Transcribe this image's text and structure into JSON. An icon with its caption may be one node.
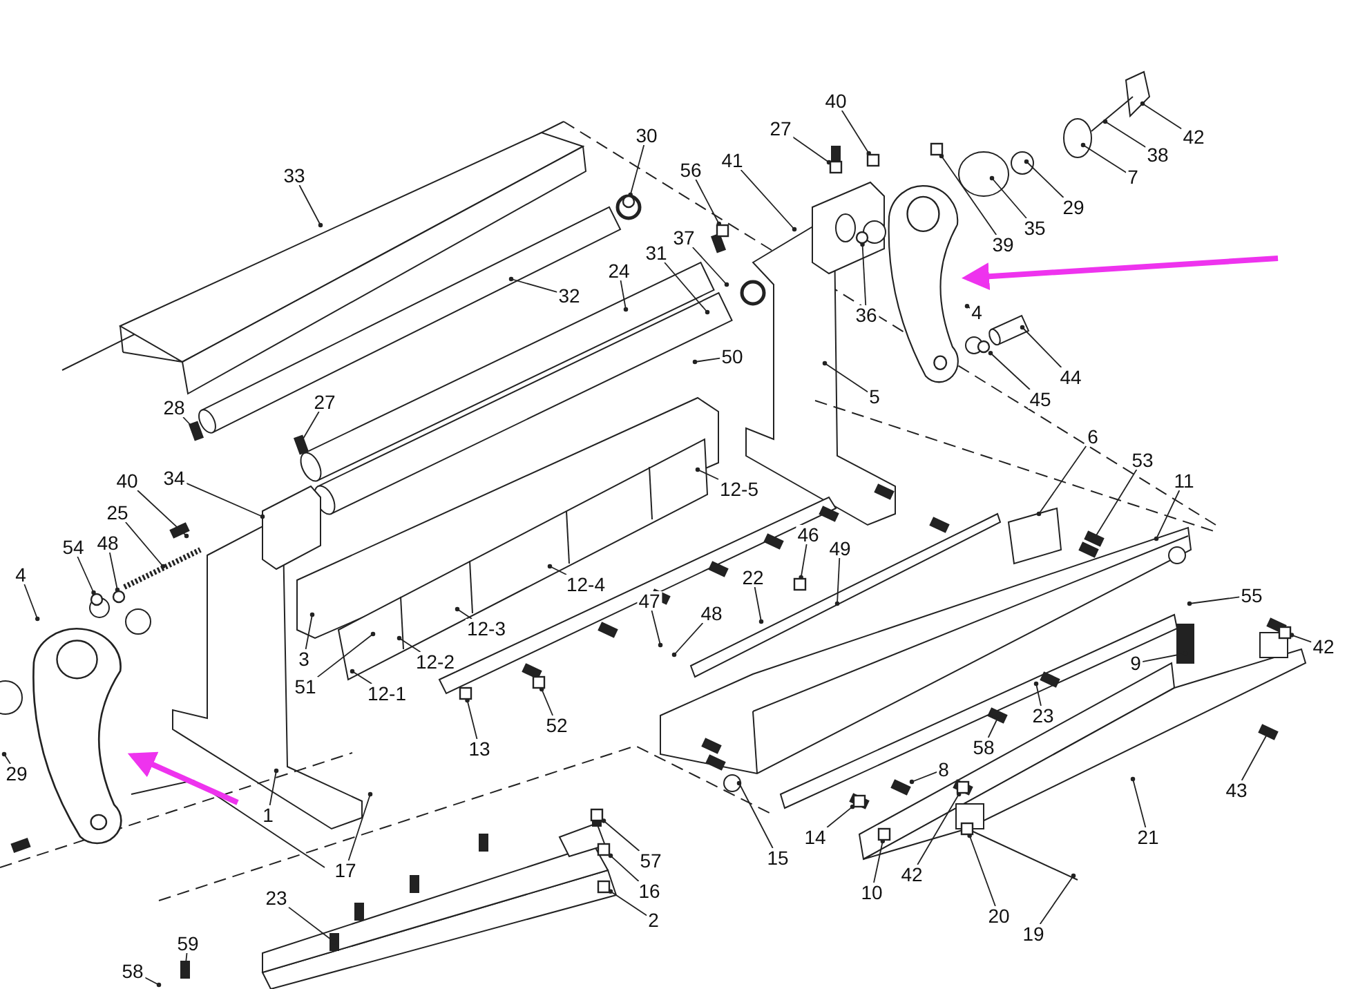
{
  "diagram": {
    "nodes": [
      {
        "text": [
          "33"
        ]
      },
      {
        "text": [
          "30"
        ]
      },
      {
        "text": [
          "27"
        ]
      },
      {
        "text": [
          "40"
        ]
      },
      {
        "text": [
          "41"
        ]
      },
      {
        "text": [
          "56"
        ]
      },
      {
        "text": [
          "37"
        ]
      },
      {
        "text": [
          "31"
        ]
      },
      {
        "text": [
          "24"
        ]
      },
      {
        "text": [
          "32"
        ]
      },
      {
        "text": [
          "36"
        ]
      },
      {
        "text": [
          "50"
        ]
      },
      {
        "text": [
          "5"
        ]
      },
      {
        "text": [
          "12-5"
        ]
      },
      {
        "text": [
          "28"
        ]
      },
      {
        "text": [
          "27"
        ]
      },
      {
        "text": [
          "40"
        ]
      },
      {
        "text": [
          "34"
        ]
      },
      {
        "text": [
          "25"
        ]
      },
      {
        "text": [
          "54"
        ]
      },
      {
        "text": [
          "48"
        ]
      },
      {
        "text": [
          "4"
        ]
      },
      {
        "text": [
          "3"
        ]
      },
      {
        "text": [
          "51"
        ]
      },
      {
        "text": [
          "12-2"
        ]
      },
      {
        "text": [
          "12-1"
        ]
      },
      {
        "text": [
          "12-3"
        ]
      },
      {
        "text": [
          "12-4"
        ]
      },
      {
        "text": [
          "13"
        ]
      },
      {
        "text": [
          "52"
        ]
      },
      {
        "text": [
          "47"
        ]
      },
      {
        "text": [
          "48"
        ]
      },
      {
        "text": [
          "46"
        ]
      },
      {
        "text": [
          "49"
        ]
      },
      {
        "text": [
          "22"
        ]
      },
      {
        "text": [
          "1"
        ]
      },
      {
        "text": [
          "17"
        ]
      },
      {
        "text": [
          "15"
        ]
      },
      {
        "text": [
          "14"
        ]
      },
      {
        "text": [
          "10"
        ]
      },
      {
        "text": [
          "8"
        ]
      },
      {
        "text": [
          "42"
        ]
      },
      {
        "text": [
          "20"
        ]
      },
      {
        "text": [
          "19"
        ]
      },
      {
        "text": [
          "21"
        ]
      },
      {
        "text": [
          "43"
        ]
      },
      {
        "text": [
          "58"
        ]
      },
      {
        "text": [
          "23"
        ]
      },
      {
        "text": [
          "9"
        ]
      },
      {
        "text": [
          "42"
        ]
      },
      {
        "text": [
          "55"
        ]
      },
      {
        "text": [
          "11"
        ]
      },
      {
        "text": [
          "53"
        ]
      },
      {
        "text": [
          "6"
        ]
      },
      {
        "text": [
          "44"
        ]
      },
      {
        "text": [
          "45"
        ]
      },
      {
        "text": [
          "4"
        ]
      },
      {
        "text": [
          "39"
        ]
      },
      {
        "text": [
          "35"
        ]
      },
      {
        "text": [
          "29"
        ]
      },
      {
        "text": [
          "7"
        ]
      },
      {
        "text": [
          "38"
        ]
      },
      {
        "text": [
          "42"
        ]
      },
      {
        "text": [
          "23"
        ]
      },
      {
        "text": [
          "59"
        ]
      },
      {
        "text": [
          "58"
        ]
      },
      {
        "text": [
          "57"
        ]
      },
      {
        "text": [
          "16"
        ]
      },
      {
        "text": [
          "2"
        ]
      },
      {
        "text": [
          "29"
        ]
      },
      {
        "text": [],
        "shape": "picture"
      },
      {
        "text": [],
        "shape": "picture"
      },
      {
        "text": [],
        "shape": "circle"
      },
      {
        "text": [],
        "shape": "box"
      },
      {
        "text": [],
        "shape": "box"
      },
      {
        "text": [],
        "shape": "circle"
      },
      {
        "text": [],
        "shape": "circle"
      },
      {
        "text": [],
        "shape": "circle"
      },
      {
        "text": [],
        "shape": "box"
      },
      {
        "text": [],
        "shape": "box"
      },
      {
        "text": [],
        "shape": "box"
      },
      {
        "text": [],
        "shape": "box"
      },
      {
        "text": [],
        "shape": "box"
      },
      {
        "text": [],
        "shape": "box"
      },
      {
        "text": [],
        "shape": "box"
      },
      {
        "text": [],
        "shape": "circle"
      },
      {
        "text": [],
        "shape": "box"
      },
      {
        "text": [],
        "shape": "box"
      },
      {
        "text": [],
        "shape": "box"
      },
      {
        "text": [],
        "shape": "box"
      },
      {
        "text": [],
        "shape": "box"
      },
      {
        "text": [],
        "shape": "box"
      }
    ],
    "edges": [
      {
        "from": 0,
        "to": null,
        "arrow": "other"
      },
      {
        "from": 1,
        "to": 72,
        "arrow": "other"
      },
      {
        "from": 2,
        "to": 88,
        "arrow": "other"
      },
      {
        "from": 3,
        "to": 73,
        "arrow": "other"
      },
      {
        "from": 4,
        "to": null,
        "arrow": "other"
      },
      {
        "from": 5,
        "to": 74,
        "arrow": "other"
      },
      {
        "from": 6,
        "to": null,
        "arrow": "other"
      },
      {
        "from": 7,
        "to": null,
        "arrow": "other"
      },
      {
        "from": 8,
        "to": null,
        "arrow": "other"
      },
      {
        "from": 9,
        "to": null,
        "arrow": "other"
      },
      {
        "from": 10,
        "to": 75,
        "arrow": "other"
      },
      {
        "from": 11,
        "to": null,
        "arrow": "other"
      },
      {
        "from": 12,
        "to": null,
        "arrow": "other"
      },
      {
        "from": 13,
        "to": null,
        "arrow": "other"
      },
      {
        "from": 14,
        "to": null,
        "arrow": "other"
      },
      {
        "from": 15,
        "to": null,
        "arrow": "other"
      },
      {
        "from": 16,
        "to": null,
        "arrow": "other"
      },
      {
        "from": 17,
        "to": null,
        "arrow": "other"
      },
      {
        "from": 18,
        "to": null,
        "arrow": "other"
      },
      {
        "from": 19,
        "to": 76,
        "arrow": "other"
      },
      {
        "from": 20,
        "to": 77,
        "arrow": "other"
      },
      {
        "from": 21,
        "to": 70,
        "arrow": "other"
      },
      {
        "from": 22,
        "to": null,
        "arrow": "other"
      },
      {
        "from": 23,
        "to": null,
        "arrow": "other"
      },
      {
        "from": 24,
        "to": null,
        "arrow": "other"
      },
      {
        "from": 25,
        "to": null,
        "arrow": "other"
      },
      {
        "from": 26,
        "to": null,
        "arrow": "other"
      },
      {
        "from": 27,
        "to": null,
        "arrow": "other"
      },
      {
        "from": 28,
        "to": 78,
        "arrow": "other"
      },
      {
        "from": 29,
        "to": 79,
        "arrow": "other"
      },
      {
        "from": 30,
        "to": null,
        "arrow": "other"
      },
      {
        "from": 31,
        "to": null,
        "arrow": "other"
      },
      {
        "from": 32,
        "to": 80,
        "arrow": "other"
      },
      {
        "from": 33,
        "to": null,
        "arrow": "other"
      },
      {
        "from": 34,
        "to": null,
        "arrow": "other"
      },
      {
        "from": 35,
        "to": null,
        "arrow": "other"
      },
      {
        "from": 36,
        "to": null,
        "arrow": "other"
      },
      {
        "from": 37,
        "to": null,
        "arrow": "other"
      },
      {
        "from": 38,
        "to": 89,
        "arrow": "other"
      },
      {
        "from": 39,
        "to": 81,
        "arrow": "other"
      },
      {
        "from": 40,
        "to": null,
        "arrow": "other"
      },
      {
        "from": 41,
        "to": 82,
        "arrow": "other"
      },
      {
        "from": 42,
        "to": 83,
        "arrow": "other"
      },
      {
        "from": 43,
        "to": null,
        "arrow": "other"
      },
      {
        "from": 44,
        "to": null,
        "arrow": "other"
      },
      {
        "from": 45,
        "to": null,
        "arrow": "other"
      },
      {
        "from": 46,
        "to": null,
        "arrow": "other"
      },
      {
        "from": 47,
        "to": null,
        "arrow": "other"
      },
      {
        "from": 48,
        "to": null,
        "arrow": "other"
      },
      {
        "from": 49,
        "to": 84,
        "arrow": "other"
      },
      {
        "from": 50,
        "to": null,
        "arrow": "other"
      },
      {
        "from": 51,
        "to": null,
        "arrow": "other"
      },
      {
        "from": 52,
        "to": null,
        "arrow": "other"
      },
      {
        "from": 53,
        "to": null,
        "arrow": "other"
      },
      {
        "from": 54,
        "to": null,
        "arrow": "other"
      },
      {
        "from": 55,
        "to": 85,
        "arrow": "other"
      },
      {
        "from": 56,
        "to": 71,
        "arrow": "other"
      },
      {
        "from": 57,
        "to": 86,
        "arrow": "other"
      },
      {
        "from": 58,
        "to": null,
        "arrow": "other"
      },
      {
        "from": 59,
        "to": null,
        "arrow": "other"
      },
      {
        "from": 60,
        "to": null,
        "arrow": "other"
      },
      {
        "from": 61,
        "to": null,
        "arrow": "other"
      },
      {
        "from": 62,
        "to": null,
        "arrow": "other"
      },
      {
        "from": 63,
        "to": null,
        "arrow": "other"
      },
      {
        "from": 64,
        "to": null,
        "arrow": "other"
      },
      {
        "from": 65,
        "to": null,
        "arrow": "other"
      },
      {
        "from": 66,
        "to": 91,
        "arrow": "other"
      },
      {
        "from": 67,
        "to": 90,
        "arrow": "other"
      },
      {
        "from": 68,
        "to": 87,
        "arrow": "other"
      },
      {
        "from": 69,
        "to": null,
        "arrow": "other"
      },
      {
        "from": null,
        "to": 70,
        "arrow": "to",
        "style": "thick",
        "color": "#ee33ee"
      },
      {
        "from": null,
        "to": 71,
        "arrow": "to",
        "style": "thick",
        "color": "#ee33ee"
      }
    ]
  }
}
